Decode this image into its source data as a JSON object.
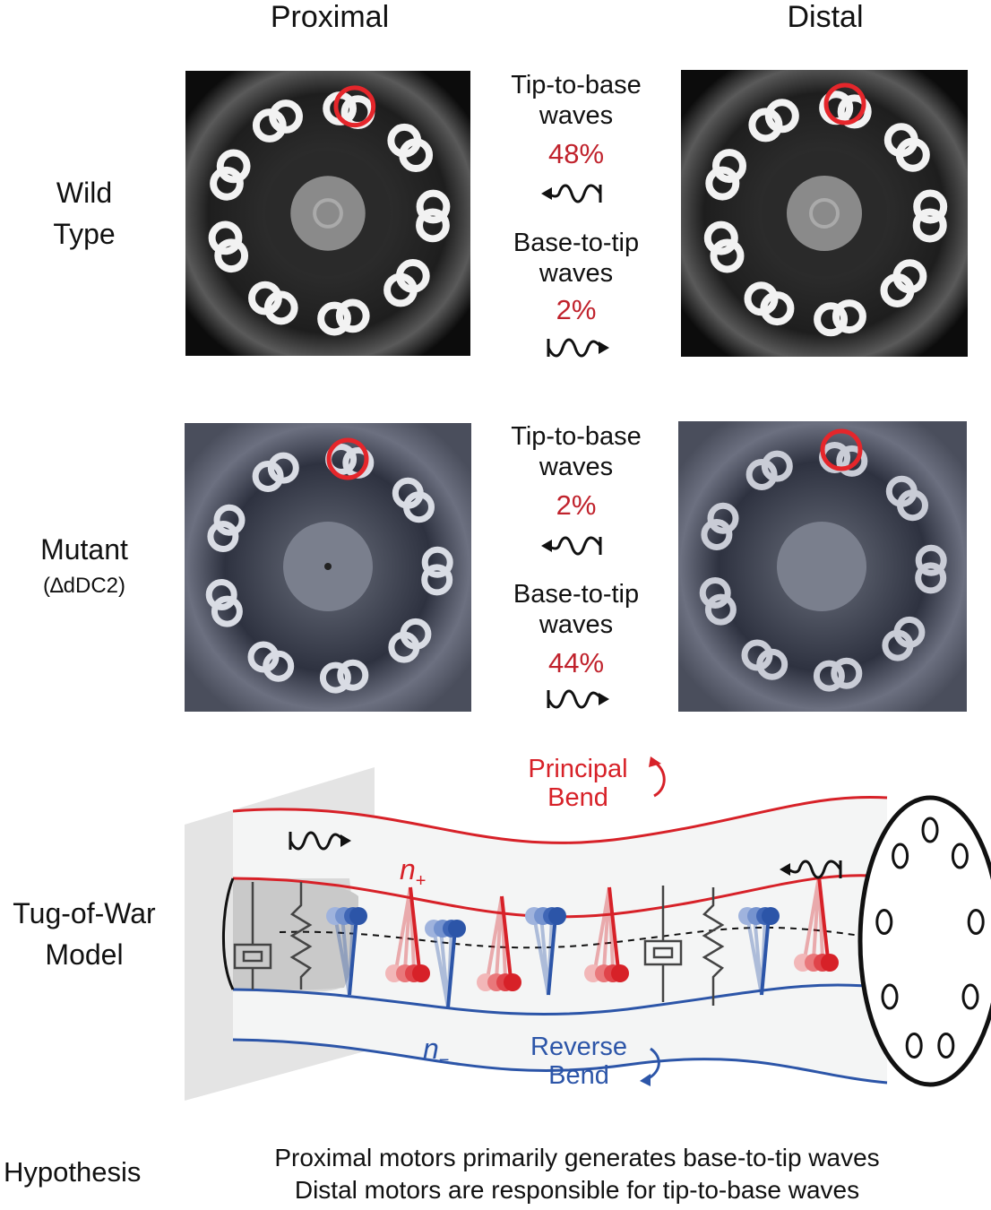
{
  "headers": {
    "proximal": "Proximal",
    "distal": "Distal"
  },
  "rows": {
    "wild_type": {
      "label_line1": "Wild",
      "label_line2": "Type"
    },
    "mutant": {
      "label": "Mutant",
      "sublabel": "(∆dDC2)"
    },
    "model": {
      "label_line1": "Tug-of-War",
      "label_line2": "Model"
    }
  },
  "wild_type_stats": {
    "tip_to_base": {
      "label_line1": "Tip-to-base",
      "label_line2": "waves",
      "percent": "48%"
    },
    "base_to_tip": {
      "label_line1": "Base-to-tip",
      "label_line2": "waves",
      "percent": "2%"
    }
  },
  "mutant_stats": {
    "tip_to_base": {
      "label_line1": "Tip-to-base",
      "label_line2": "waves",
      "percent": "2%"
    },
    "base_to_tip": {
      "label_line1": "Base-to-tip",
      "label_line2": "waves",
      "percent": "44%"
    }
  },
  "model": {
    "principal_bend_line1": "Principal",
    "principal_bend_line2": "Bend",
    "reverse_bend_line1": "Reverse",
    "reverse_bend_line2": "Bend",
    "n_plus": "n",
    "n_plus_sub": "+",
    "n_minus": "n",
    "n_minus_sub": "−"
  },
  "hypothesis": {
    "label": "Hypothesis",
    "line1": "Proximal motors primarily generates base-to-tip waves",
    "line2": "Distal motors are responsible for tip-to-base waves"
  },
  "colors": {
    "accent_red": "#d72128",
    "accent_blue": "#2c55a8",
    "percent_red": "#c0222c"
  }
}
